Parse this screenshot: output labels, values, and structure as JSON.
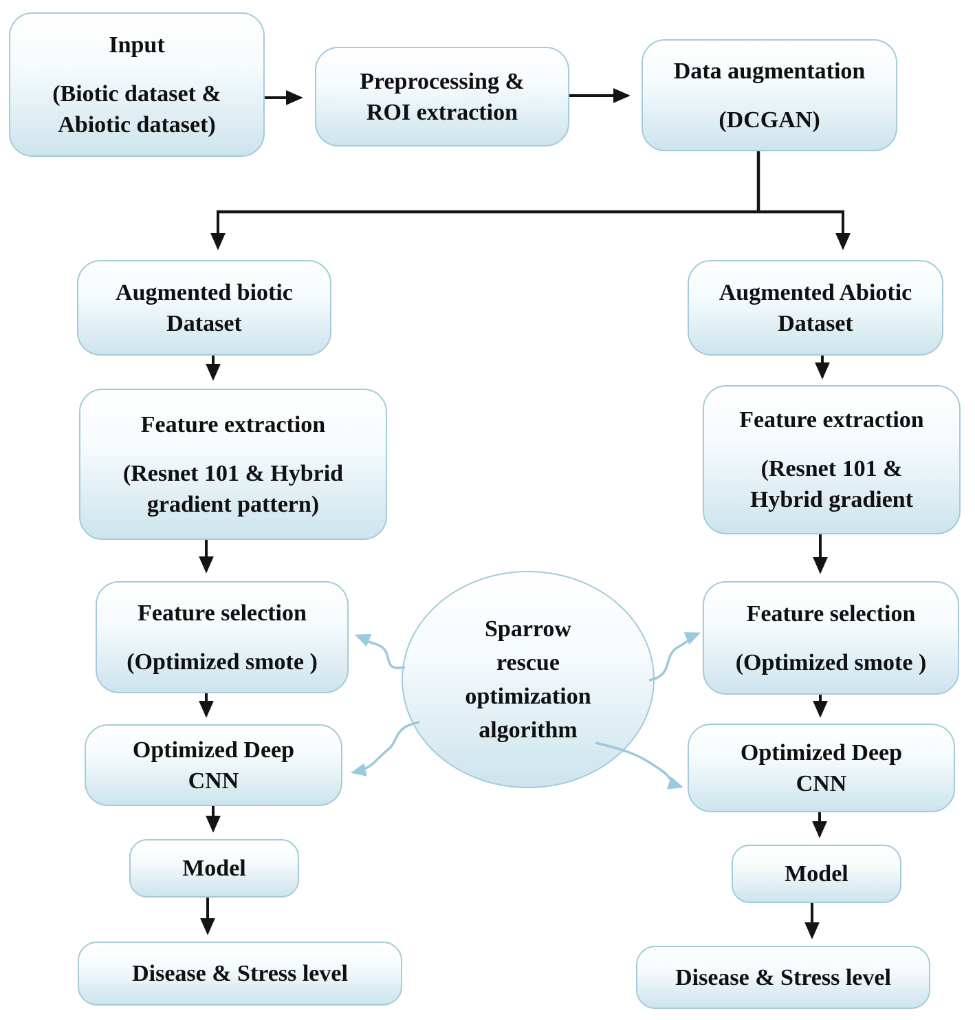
{
  "diagram_title": "Flowchart of disease and stress level detection pipeline",
  "colors": {
    "node_border": "#a4cbd9",
    "node_fill_top": "#ffffff",
    "node_fill_bottom": "#cde4ed",
    "arrow_black": "#141414",
    "arrow_blue": "#9cc9dd",
    "text": "#101010"
  },
  "nodes": {
    "input": {
      "lines": [
        "Input",
        "(Biotic dataset &",
        "Abiotic dataset)"
      ]
    },
    "preprocessing": {
      "lines": [
        "Preprocessing &",
        "ROI extraction"
      ]
    },
    "data_augmentation": {
      "lines": [
        "Data augmentation",
        "(DCGAN)"
      ]
    },
    "augmented_biotic": {
      "lines": [
        "Augmented biotic",
        "Dataset"
      ]
    },
    "augmented_abiotic": {
      "lines": [
        "Augmented Abiotic",
        "Dataset"
      ]
    },
    "feature_extraction_left": {
      "lines": [
        "Feature extraction",
        "(Resnet 101 & Hybrid",
        "gradient pattern)"
      ]
    },
    "feature_extraction_right": {
      "lines": [
        "Feature extraction",
        "(Resnet 101 &",
        "Hybrid gradient"
      ]
    },
    "feature_selection_left": {
      "lines": [
        "Feature selection",
        "(Optimized smote )"
      ]
    },
    "feature_selection_right": {
      "lines": [
        "Feature selection",
        "(Optimized smote )"
      ]
    },
    "optimized_cnn_left": {
      "lines": [
        "Optimized Deep",
        "CNN"
      ]
    },
    "optimized_cnn_right": {
      "lines": [
        "Optimized Deep",
        "CNN"
      ]
    },
    "model_left": {
      "lines": [
        "Model"
      ]
    },
    "model_right": {
      "lines": [
        "Model"
      ]
    },
    "disease_left": {
      "lines": [
        "Disease & Stress level"
      ]
    },
    "disease_right": {
      "lines": [
        "Disease & Stress level"
      ]
    },
    "sparrow": {
      "lines": [
        "Sparrow",
        "rescue",
        "optimization",
        "algorithm"
      ]
    }
  }
}
